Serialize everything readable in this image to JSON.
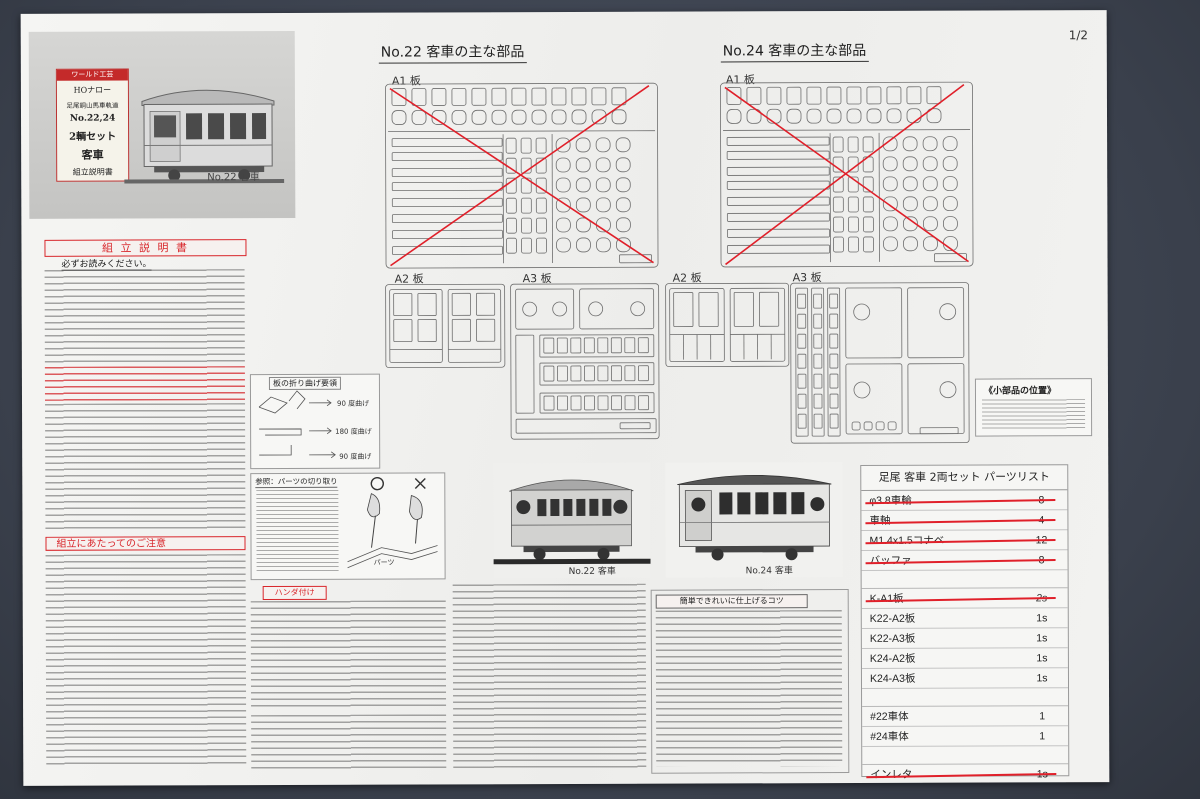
{
  "page_number": "1/2",
  "header": {
    "brand": "ワールド工芸",
    "lines": [
      "HOナロー",
      "足尾銅山馬車軌道",
      "No.22,24",
      "2輌セット",
      "客車",
      "組立説明書"
    ],
    "photo_caption": "No.22 客車"
  },
  "parts_sections": {
    "no22_title": "No.22 客車の主な部品",
    "no24_title": "No.24 客車の主な部品",
    "board_a1": "A1 板",
    "board_a2": "A2 板",
    "board_a3": "A3 板"
  },
  "instructions": {
    "title": "組 立 説 明 書",
    "subtitle": "必ずお読みください。",
    "caution_title": "組立にあたってのご注意"
  },
  "bending": {
    "title": "板の折り曲げ要領",
    "labels": [
      "90 度曲げ",
      "180 度曲げ",
      "90 度曲げ"
    ]
  },
  "cutting": {
    "title": "参照：パーツの切り取り",
    "part_label": "パーツ"
  },
  "soldering": {
    "title": "ハンダ付け"
  },
  "photos": {
    "no22_caption": "No.22 客車",
    "no24_caption": "No.24 客車"
  },
  "tips": {
    "title": "簡単できれいに仕上げるコツ"
  },
  "small_parts": {
    "title": "《小部品の位置》"
  },
  "parts_list": {
    "title": "足尾 客車 2両セット パーツリスト",
    "groups": [
      [
        {
          "name": "φ3.8車輪",
          "qty": "8",
          "struck": true
        },
        {
          "name": "車軸",
          "qty": "4",
          "struck": true
        },
        {
          "name": "M1.4x1.5コナベ",
          "qty": "12",
          "struck": true
        },
        {
          "name": "バッファ",
          "qty": "8",
          "struck": true
        }
      ],
      [
        {
          "name": "K-A1板",
          "qty": "2s",
          "struck": true
        },
        {
          "name": "K22-A2板",
          "qty": "1s",
          "struck": false
        },
        {
          "name": "K22-A3板",
          "qty": "1s",
          "struck": false
        },
        {
          "name": "K24-A2板",
          "qty": "1s",
          "struck": false
        },
        {
          "name": "K24-A3板",
          "qty": "1s",
          "struck": false
        }
      ],
      [
        {
          "name": "#22車体",
          "qty": "1",
          "struck": false
        },
        {
          "name": "#24車体",
          "qty": "1",
          "struck": false
        }
      ],
      [
        {
          "name": "インレタ",
          "qty": "1s",
          "struck": true
        }
      ]
    ]
  },
  "colors": {
    "accent_red": "#d8262b",
    "strike_red": "#e0202a",
    "paper": "#f2f2f0",
    "background": "#3d4350"
  }
}
